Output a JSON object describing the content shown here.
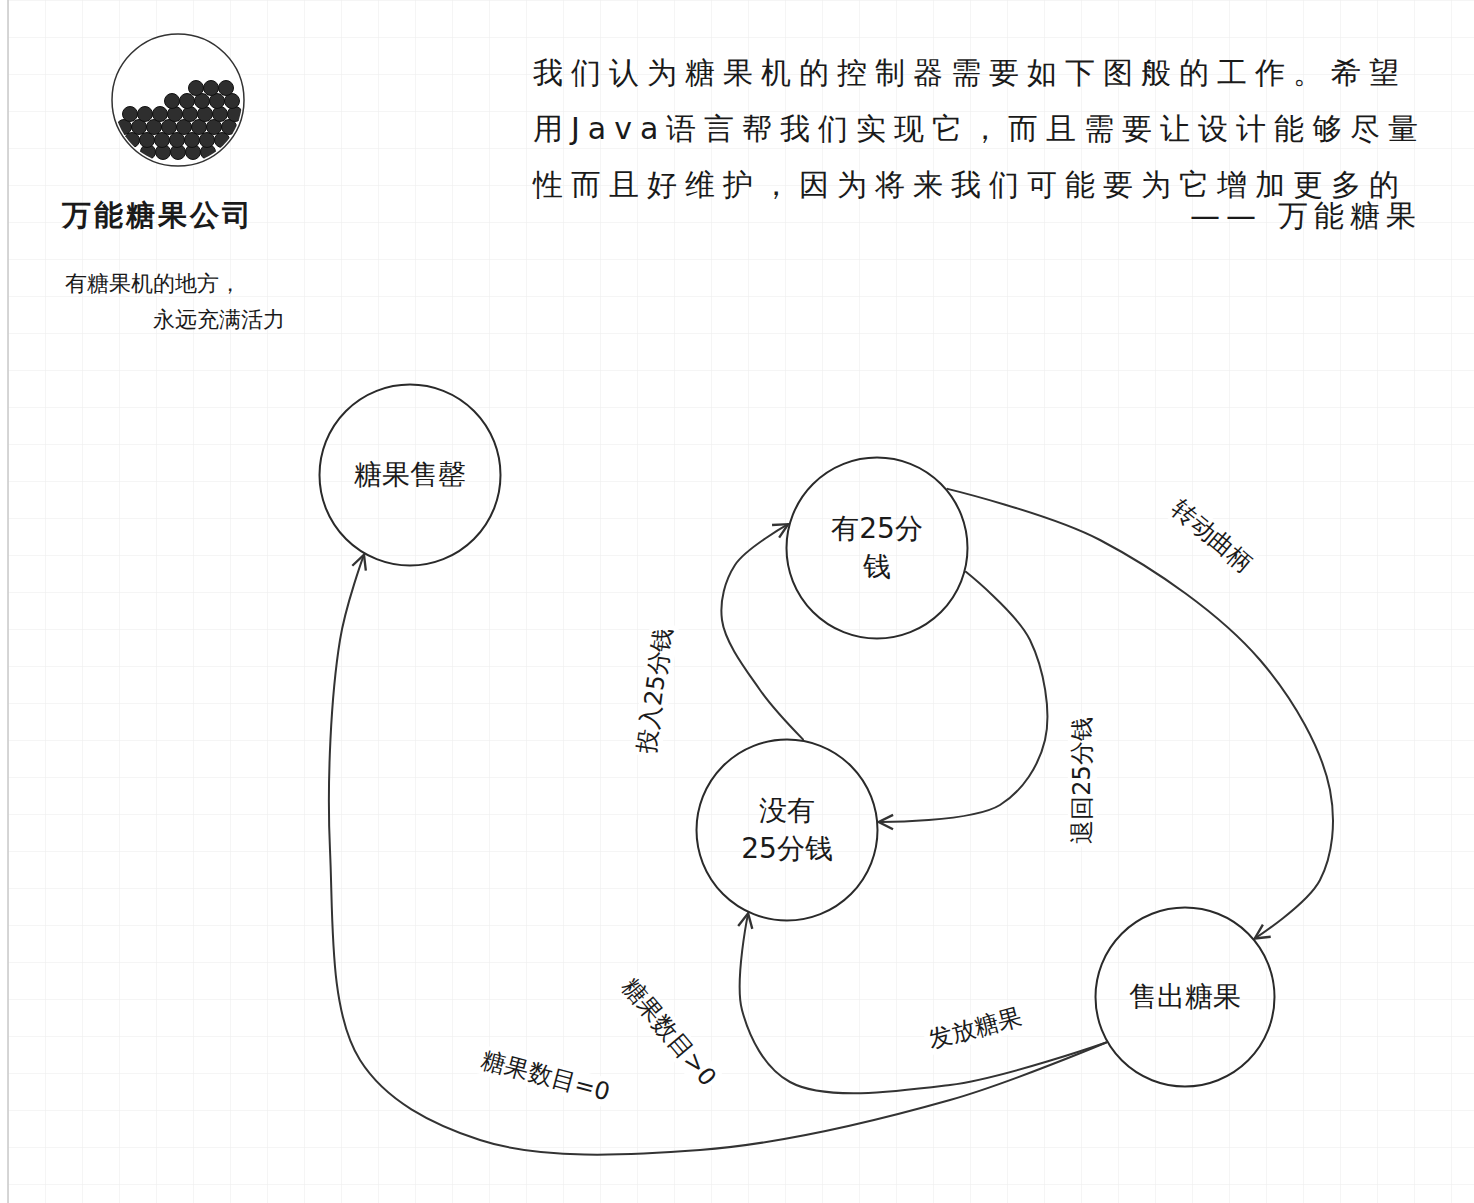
{
  "diagram": {
    "nodes": [
      {
        "text": [
          "糖果售罄"
        ]
      },
      {
        "text": [
          "有25分 钱"
        ]
      },
      {
        "text": [
          "没有 25分钱"
        ]
      },
      {
        "text": [
          "售出糖果"
        ]
      }
    ],
    "edges": [
      {
        "from": 2,
        "to": 1,
        "label": "投入25分钱",
        "arrow": "to"
      },
      {
        "from": 1,
        "to": 2,
        "label": "退回25分钱",
        "arrow": "to"
      },
      {
        "from": 1,
        "to": 3,
        "label": "转动曲柄",
        "arrow": "to"
      },
      {
        "from": 3,
        "to": 2,
        "label": "糖果数目>0",
        "arrow": "to"
      },
      {
        "from": 3,
        "to": 0,
        "label": "糖果数目=0",
        "arrow": "to"
      }
    ],
    "labels": [
      "万能糖果公司",
      "有糖果机的地方， 永远充满活力",
      "我们认为糖果机的控制器需要如下图般的工作。希望 用Java语言帮我们实现它，而且需要让设计能够尽量 性而且好维护，因为将来我们可能要为它增加更多的",
      "—— 万能糖果",
      "发放糖果"
    ]
  }
}
